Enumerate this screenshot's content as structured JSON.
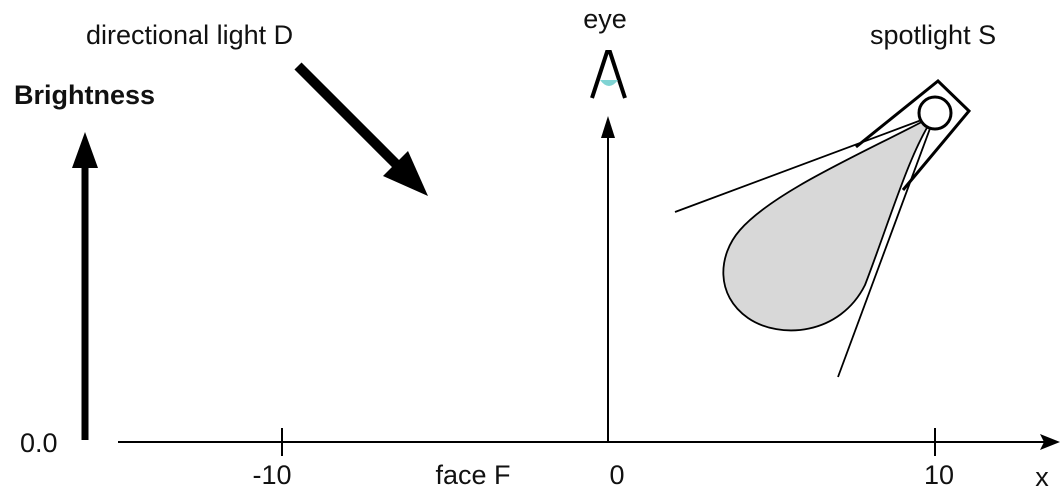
{
  "labels": {
    "directional_light": "directional light D",
    "eye": "eye",
    "spotlight": "spotlight S",
    "brightness": "Brightness",
    "zero_brightness": "0.0",
    "face": "face F",
    "x_axis": "x"
  },
  "ticks": [
    "-10",
    "0",
    "10"
  ],
  "colors": {
    "stroke": "#000000",
    "spot_beam_fill": "#d8d8d8",
    "eye_pupil": "#7fd3d3"
  }
}
